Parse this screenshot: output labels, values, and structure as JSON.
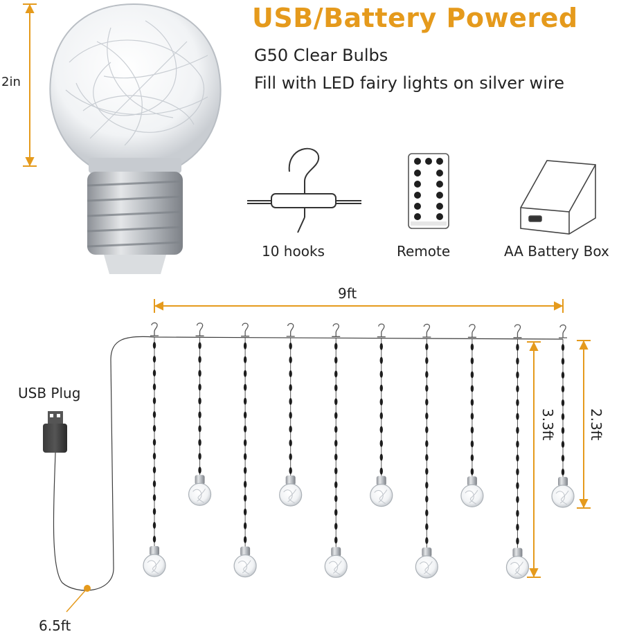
{
  "header": {
    "title": "USB/Battery Powered",
    "subtitle_1": "G50 Clear Bulbs",
    "subtitle_2": "Fill with LED fairy lights on silver wire"
  },
  "dimensions": {
    "bulb_height": "2in",
    "curtain_width": "9ft",
    "long_strand": "3.3ft",
    "short_strand": "2.3ft",
    "lead_wire": "6.5ft"
  },
  "accessories": {
    "hooks": "10 hooks",
    "remote": "Remote",
    "battery_box": "AA Battery Box"
  },
  "usb": {
    "label": "USB Plug"
  },
  "colors": {
    "accent": "#e59a1c",
    "text": "#222222",
    "wire": "#444444"
  },
  "strands": {
    "count": 10,
    "lengths_ft": [
      3.3,
      2.3,
      3.3,
      2.3,
      3.3,
      2.3,
      3.3,
      2.3,
      3.3,
      2.3
    ]
  }
}
